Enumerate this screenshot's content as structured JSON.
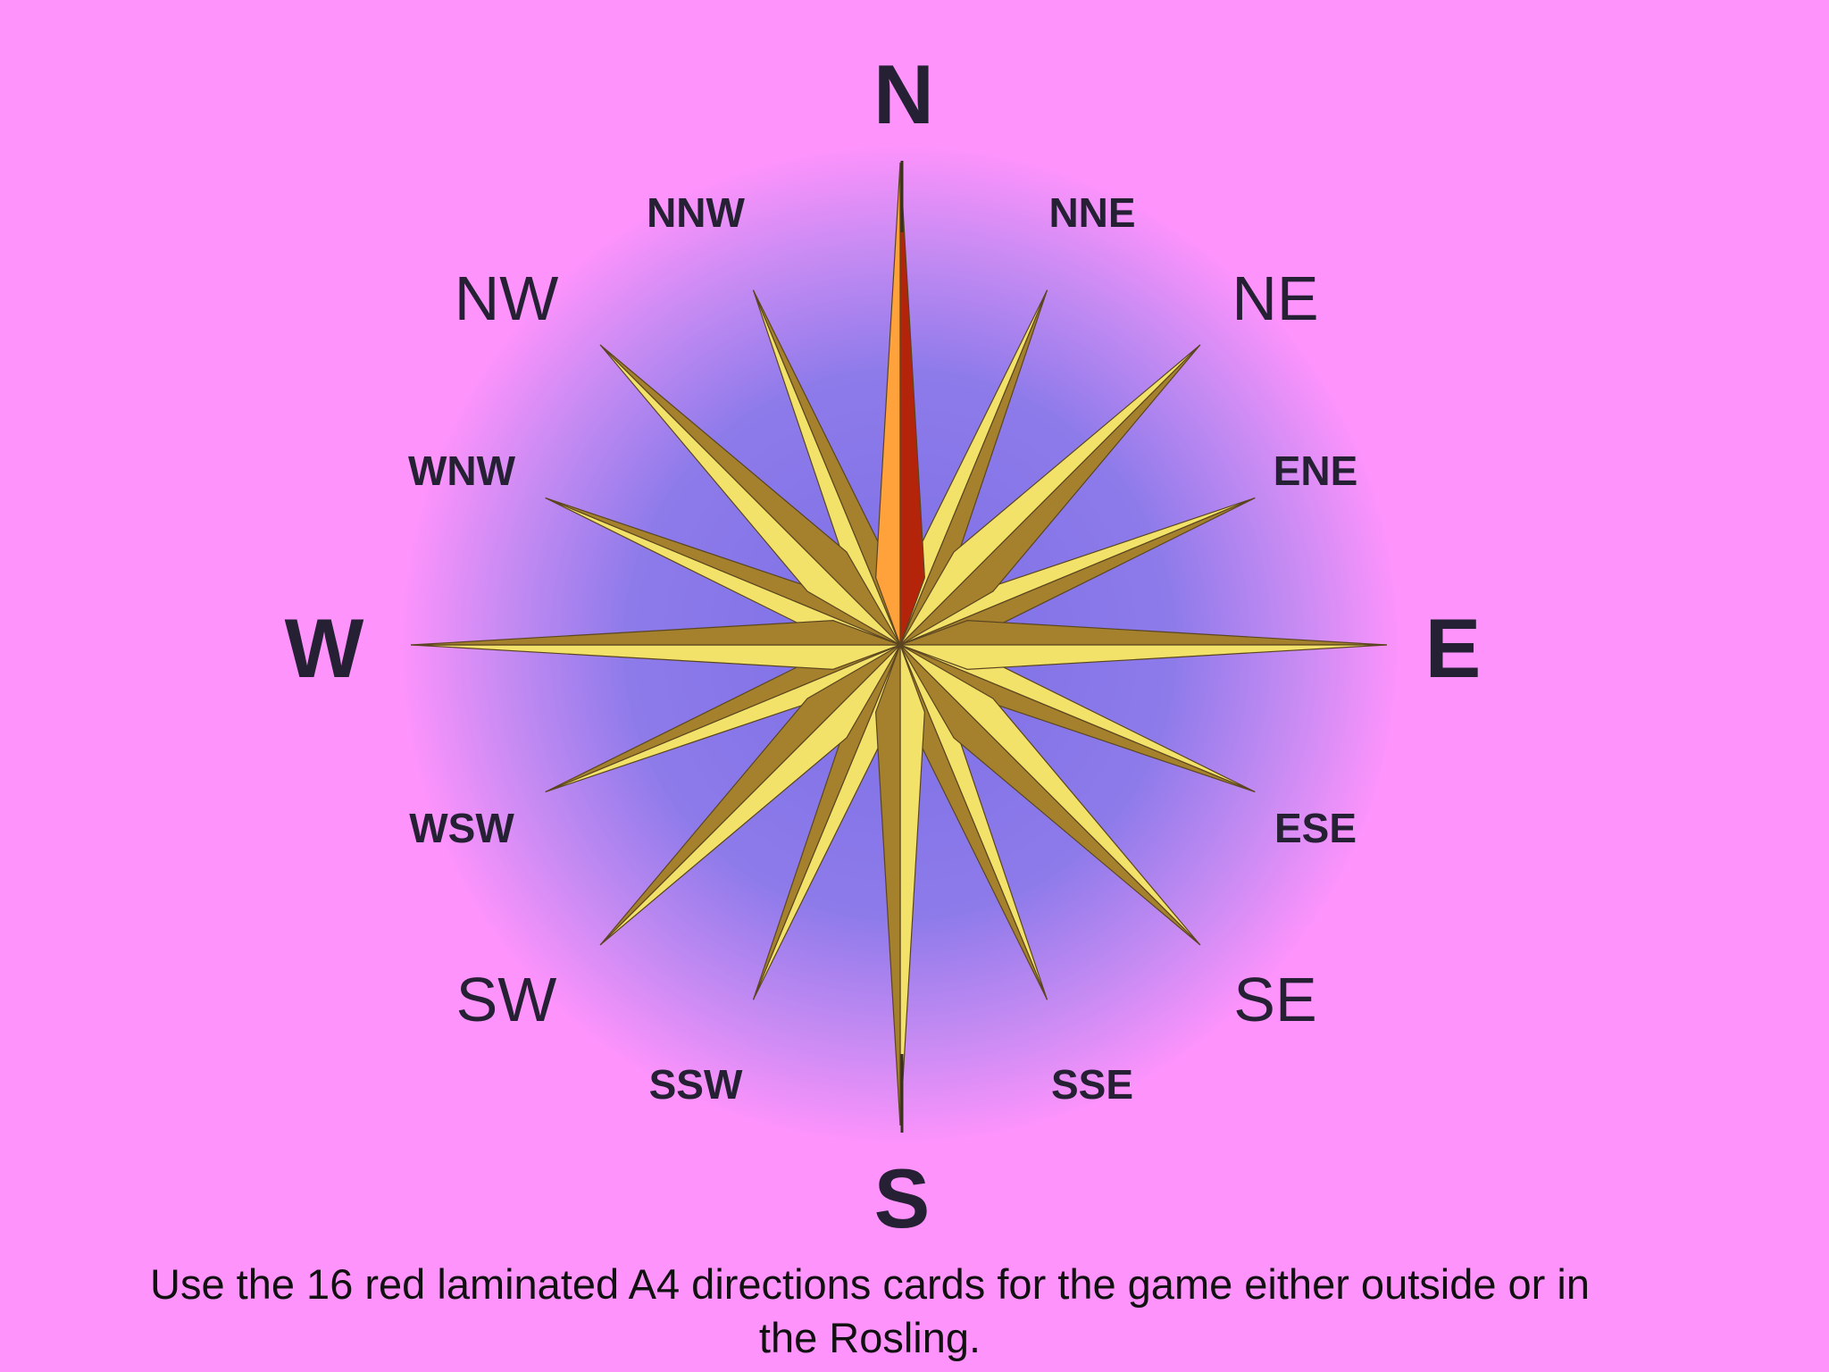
{
  "colors": {
    "background": "#FE93FC",
    "halo_inner": "#7B6FE6",
    "gold_light": "#F3E269",
    "gold_dark": "#A5812E",
    "north_light": "#FFA23C",
    "north_dark": "#B4240A",
    "label": "#252033"
  },
  "compass": {
    "labels": {
      "N": "N",
      "S": "S",
      "E": "E",
      "W": "W",
      "NE": "NE",
      "NW": "NW",
      "SE": "SE",
      "SW": "SW",
      "NNE": "NNE",
      "NNW": "NNW",
      "ENE": "ENE",
      "WNW": "WNW",
      "ESE": "ESE",
      "WSW": "WSW",
      "SSE": "SSE",
      "SSW": "SSW"
    }
  },
  "caption": {
    "line1": "Use the 16 red laminated A4 directions cards for the game either outside or in",
    "line2": "the Rosling."
  }
}
